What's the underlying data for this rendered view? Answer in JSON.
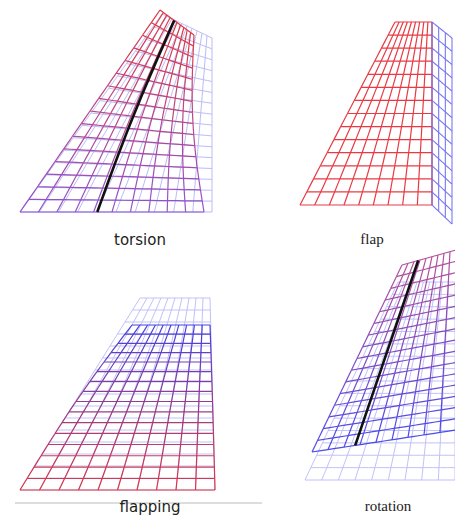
{
  "diagram": {
    "labels": [
      "torsion",
      "flap",
      "flapping",
      "rotation"
    ]
  }
}
